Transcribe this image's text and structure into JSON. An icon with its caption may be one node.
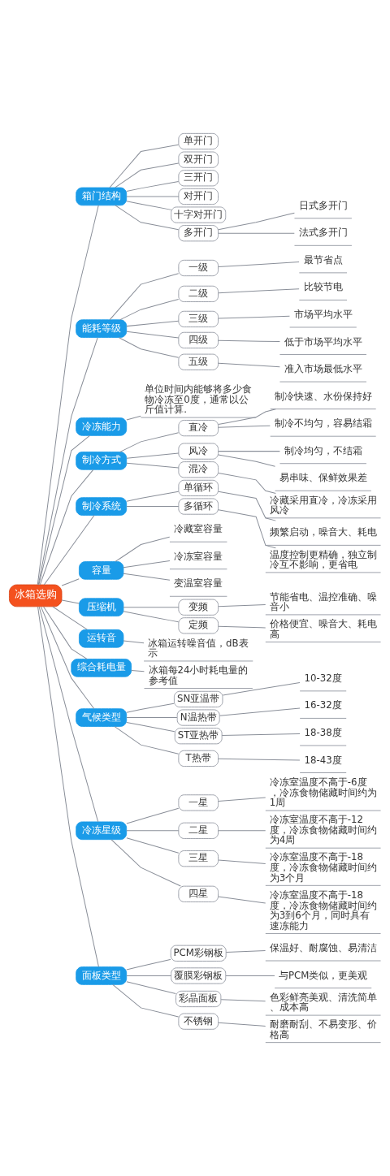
{
  "diagram": {
    "nodes": [
      {
        "text": [
          "冰箱选购"
        ]
      },
      {
        "text": [
          "箱门结构"
        ]
      },
      {
        "text": [
          "单开门"
        ]
      },
      {
        "text": [
          "双开门"
        ]
      },
      {
        "text": [
          "三开门"
        ]
      },
      {
        "text": [
          "对开门"
        ]
      },
      {
        "text": [
          "十字对开门"
        ]
      },
      {
        "text": [
          "多开门"
        ]
      },
      {
        "text": [
          "日式多开门"
        ]
      },
      {
        "text": [
          "法式多开门"
        ]
      },
      {
        "text": [
          "能耗等级"
        ]
      },
      {
        "text": [
          "一级"
        ]
      },
      {
        "text": [
          "最节省点"
        ]
      },
      {
        "text": [
          "二级"
        ]
      },
      {
        "text": [
          "比较节电"
        ]
      },
      {
        "text": [
          "三级"
        ]
      },
      {
        "text": [
          "市场平均水平"
        ]
      },
      {
        "text": [
          "四级"
        ]
      },
      {
        "text": [
          "低于市场平均水平"
        ]
      },
      {
        "text": [
          "五级"
        ]
      },
      {
        "text": [
          "准入市场最低水平"
        ]
      },
      {
        "text": [
          "冷冻能力"
        ]
      },
      {
        "text": [
          "单位时间内能够将多少食物冷冻至0度，通常以公斤值计算."
        ]
      },
      {
        "text": [
          "制冷方式"
        ]
      },
      {
        "text": [
          "直冷"
        ]
      },
      {
        "text": [
          "制冷快速、水份保持好"
        ]
      },
      {
        "text": [
          "制冷不均匀，容易结霜"
        ]
      },
      {
        "text": [
          "风冷"
        ]
      },
      {
        "text": [
          "制冷均匀，不结霜"
        ]
      },
      {
        "text": [
          "易串味、保鲜效果差"
        ]
      },
      {
        "text": [
          "混冷"
        ]
      },
      {
        "text": [
          "冷藏采用直冷，冷冻采用风冷"
        ]
      },
      {
        "text": [
          "制冷系统"
        ]
      },
      {
        "text": [
          "单循环"
        ]
      },
      {
        "text": [
          "频繁启动，噪音大、耗电"
        ]
      },
      {
        "text": [
          "多循环"
        ]
      },
      {
        "text": [
          "温度控制更精确，独立制冷互不影响，更省电"
        ]
      },
      {
        "text": [
          "容量"
        ]
      },
      {
        "text": [
          "冷藏室容量"
        ]
      },
      {
        "text": [
          "冷冻室容量"
        ]
      },
      {
        "text": [
          "变温室容量"
        ]
      },
      {
        "text": [
          "压缩机"
        ]
      },
      {
        "text": [
          "变频"
        ]
      },
      {
        "text": [
          "节能省电、温控准确、噪音小"
        ]
      },
      {
        "text": [
          "定频"
        ]
      },
      {
        "text": [
          "价格便宜、噪音大、耗电高"
        ]
      },
      {
        "text": [
          "运转音"
        ]
      },
      {
        "text": [
          "冰箱运转噪音值，dB表示"
        ]
      },
      {
        "text": [
          "综合耗电量"
        ]
      },
      {
        "text": [
          "冰箱每24小时耗电量的参考值"
        ]
      },
      {
        "text": [
          "气候类型"
        ]
      },
      {
        "text": [
          "SN亚温带"
        ]
      },
      {
        "text": [
          "10-32度"
        ]
      },
      {
        "text": [
          "N温热带"
        ]
      },
      {
        "text": [
          "16-32度"
        ]
      },
      {
        "text": [
          "ST亚热带"
        ]
      },
      {
        "text": [
          "18-38度"
        ]
      },
      {
        "text": [
          "T热带"
        ]
      },
      {
        "text": [
          "18-43度"
        ]
      },
      {
        "text": [
          "冷冻星级"
        ]
      },
      {
        "text": [
          "一星"
        ]
      },
      {
        "text": [
          "冷冻室温度不高于-6度，冷冻食物储藏时间约为1周"
        ]
      },
      {
        "text": [
          "二星"
        ]
      },
      {
        "text": [
          "冷冻室温度不高于-12度，冷冻食物储藏时间约为4周"
        ]
      },
      {
        "text": [
          "三星"
        ]
      },
      {
        "text": [
          "冷冻室温度不高于-18度，冷冻食物储藏时间约为3个月"
        ]
      },
      {
        "text": [
          "四星"
        ]
      },
      {
        "text": [
          "冷冻室温度不高于-18度，冷冻食物储藏时间约为3到6个月，同时具有速冻能力"
        ]
      },
      {
        "text": [
          "面板类型"
        ]
      },
      {
        "text": [
          "PCM彩钢板"
        ]
      },
      {
        "text": [
          "保温好、耐腐蚀、易清洁"
        ]
      },
      {
        "text": [
          "覆膜彩钢板"
        ]
      },
      {
        "text": [
          "与PCM类似，更美观"
        ]
      },
      {
        "text": [
          "彩晶面板"
        ]
      },
      {
        "text": [
          "色彩鲜亮美观、清洗简单、成本高"
        ]
      },
      {
        "text": [
          "不锈钢"
        ]
      },
      {
        "text": [
          "耐磨耐刮、不易变形、价格高"
        ]
      }
    ],
    "edges": [
      {
        "from": 0,
        "to": 1,
        "arrow": "none"
      },
      {
        "from": 1,
        "to": 2,
        "arrow": "none"
      },
      {
        "from": 1,
        "to": 3,
        "arrow": "none"
      },
      {
        "from": 1,
        "to": 4,
        "arrow": "none"
      },
      {
        "from": 1,
        "to": 5,
        "arrow": "none"
      },
      {
        "from": 1,
        "to": 6,
        "arrow": "none"
      },
      {
        "from": 1,
        "to": 7,
        "arrow": "none"
      },
      {
        "from": 7,
        "to": 8,
        "arrow": "none"
      },
      {
        "from": 7,
        "to": 9,
        "arrow": "none"
      },
      {
        "from": 0,
        "to": 10,
        "arrow": "none"
      },
      {
        "from": 10,
        "to": 11,
        "arrow": "none"
      },
      {
        "from": 11,
        "to": 12,
        "arrow": "none"
      },
      {
        "from": 10,
        "to": 13,
        "arrow": "none"
      },
      {
        "from": 13,
        "to": 14,
        "arrow": "none"
      },
      {
        "from": 10,
        "to": 15,
        "arrow": "none"
      },
      {
        "from": 15,
        "to": 16,
        "arrow": "none"
      },
      {
        "from": 10,
        "to": 17,
        "arrow": "none"
      },
      {
        "from": 17,
        "to": 18,
        "arrow": "none"
      },
      {
        "from": 10,
        "to": 19,
        "arrow": "none"
      },
      {
        "from": 19,
        "to": 20,
        "arrow": "none"
      },
      {
        "from": 0,
        "to": 21,
        "arrow": "none"
      },
      {
        "from": 21,
        "to": 22,
        "arrow": "none"
      },
      {
        "from": 0,
        "to": 23,
        "arrow": "none"
      },
      {
        "from": 23,
        "to": 24,
        "arrow": "none"
      },
      {
        "from": 24,
        "to": 25,
        "arrow": "none"
      },
      {
        "from": 24,
        "to": 26,
        "arrow": "none"
      },
      {
        "from": 23,
        "to": 27,
        "arrow": "none"
      },
      {
        "from": 27,
        "to": 28,
        "arrow": "none"
      },
      {
        "from": 27,
        "to": 29,
        "arrow": "none"
      },
      {
        "from": 23,
        "to": 30,
        "arrow": "none"
      },
      {
        "from": 30,
        "to": 31,
        "arrow": "none"
      },
      {
        "from": 0,
        "to": 32,
        "arrow": "none"
      },
      {
        "from": 32,
        "to": 33,
        "arrow": "none"
      },
      {
        "from": 33,
        "to": 34,
        "arrow": "none"
      },
      {
        "from": 32,
        "to": 35,
        "arrow": "none"
      },
      {
        "from": 35,
        "to": 36,
        "arrow": "none"
      },
      {
        "from": 0,
        "to": 37,
        "arrow": "none"
      },
      {
        "from": 37,
        "to": 38,
        "arrow": "none"
      },
      {
        "from": 37,
        "to": 39,
        "arrow": "none"
      },
      {
        "from": 37,
        "to": 40,
        "arrow": "none"
      },
      {
        "from": 0,
        "to": 41,
        "arrow": "none"
      },
      {
        "from": 41,
        "to": 42,
        "arrow": "none"
      },
      {
        "from": 42,
        "to": 43,
        "arrow": "none"
      },
      {
        "from": 41,
        "to": 44,
        "arrow": "none"
      },
      {
        "from": 44,
        "to": 45,
        "arrow": "none"
      },
      {
        "from": 0,
        "to": 46,
        "arrow": "none"
      },
      {
        "from": 46,
        "to": 47,
        "arrow": "none"
      },
      {
        "from": 0,
        "to": 48,
        "arrow": "none"
      },
      {
        "from": 48,
        "to": 49,
        "arrow": "none"
      },
      {
        "from": 0,
        "to": 50,
        "arrow": "none"
      },
      {
        "from": 50,
        "to": 51,
        "arrow": "none"
      },
      {
        "from": 51,
        "to": 52,
        "arrow": "none"
      },
      {
        "from": 50,
        "to": 53,
        "arrow": "none"
      },
      {
        "from": 53,
        "to": 54,
        "arrow": "none"
      },
      {
        "from": 50,
        "to": 55,
        "arrow": "none"
      },
      {
        "from": 55,
        "to": 56,
        "arrow": "none"
      },
      {
        "from": 50,
        "to": 57,
        "arrow": "none"
      },
      {
        "from": 57,
        "to": 58,
        "arrow": "none"
      },
      {
        "from": 0,
        "to": 59,
        "arrow": "none"
      },
      {
        "from": 59,
        "to": 60,
        "arrow": "none"
      },
      {
        "from": 60,
        "to": 61,
        "arrow": "none"
      },
      {
        "from": 59,
        "to": 62,
        "arrow": "none"
      },
      {
        "from": 62,
        "to": 63,
        "arrow": "none"
      },
      {
        "from": 59,
        "to": 64,
        "arrow": "none"
      },
      {
        "from": 64,
        "to": 65,
        "arrow": "none"
      },
      {
        "from": 59,
        "to": 66,
        "arrow": "none"
      },
      {
        "from": 66,
        "to": 67,
        "arrow": "none"
      },
      {
        "from": 0,
        "to": 68,
        "arrow": "none"
      },
      {
        "from": 68,
        "to": 69,
        "arrow": "none"
      },
      {
        "from": 69,
        "to": 70,
        "arrow": "none"
      },
      {
        "from": 68,
        "to": 71,
        "arrow": "none"
      },
      {
        "from": 71,
        "to": 72,
        "arrow": "none"
      },
      {
        "from": 68,
        "to": 73,
        "arrow": "none"
      },
      {
        "from": 73,
        "to": 74,
        "arrow": "none"
      },
      {
        "from": 68,
        "to": 75,
        "arrow": "none"
      },
      {
        "from": 75,
        "to": 76,
        "arrow": "none"
      }
    ]
  }
}
